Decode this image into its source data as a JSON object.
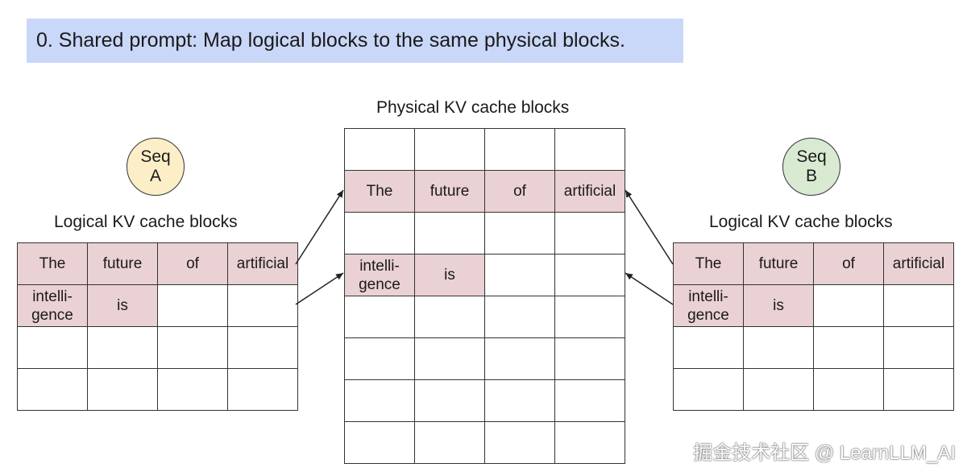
{
  "banner": {
    "text": "0. Shared prompt: Map logical blocks to the same physical blocks."
  },
  "physical": {
    "title": "Physical KV cache blocks",
    "rows": [
      [
        "",
        "",
        "",
        ""
      ],
      [
        "The",
        "future",
        "of",
        "artificial"
      ],
      [
        "",
        "",
        "",
        ""
      ],
      [
        "intelli-\ngence",
        "is",
        "",
        ""
      ],
      [
        "",
        "",
        "",
        ""
      ],
      [
        "",
        "",
        "",
        ""
      ],
      [
        "",
        "",
        "",
        ""
      ],
      [
        "",
        "",
        "",
        ""
      ]
    ]
  },
  "seq_a": {
    "label_line1": "Seq",
    "label_line2": "A",
    "title": "Logical KV cache blocks",
    "rows": [
      [
        "The",
        "future",
        "of",
        "artificial"
      ],
      [
        "intelli-\ngence",
        "is",
        "",
        ""
      ],
      [
        "",
        "",
        "",
        ""
      ],
      [
        "",
        "",
        "",
        ""
      ]
    ]
  },
  "seq_b": {
    "label_line1": "Seq",
    "label_line2": "B",
    "title": "Logical KV cache blocks",
    "rows": [
      [
        "The",
        "future",
        "of",
        "artificial"
      ],
      [
        "intelli-\ngence",
        "is",
        "",
        ""
      ],
      [
        "",
        "",
        "",
        ""
      ],
      [
        "",
        "",
        "",
        ""
      ]
    ]
  },
  "colors": {
    "banner": "#c9d7f8",
    "filled_cell": "#ead1d3",
    "seq_a": "#fcefc7",
    "seq_b": "#d9ead3"
  },
  "watermark": "掘金技术社区 @ LearnLLM_AI"
}
